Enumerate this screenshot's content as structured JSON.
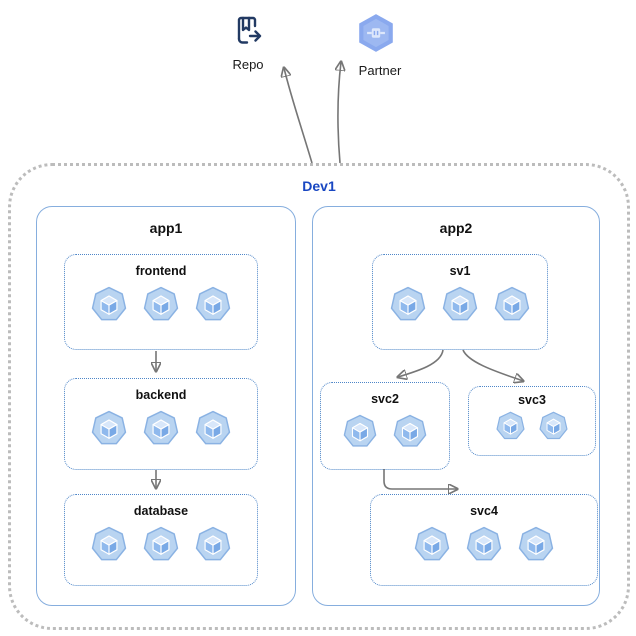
{
  "colors": {
    "dev_border": "#bcbcbc",
    "app_border": "#86aede",
    "service_border": "#4e86c8",
    "dev_label_text": "#1947c2",
    "arrow": "#767676",
    "pod_fill": "#b9d4f1",
    "pod_edge": "#8ab2e3",
    "repo_icon": "#223a63",
    "partner_icon": "#8aa9ee"
  },
  "external": {
    "repo": {
      "label": "Repo",
      "icon": "repo-icon"
    },
    "partner": {
      "label": "Partner",
      "icon": "partner-icon"
    }
  },
  "cluster": {
    "label": "Dev1"
  },
  "apps": [
    {
      "label": "app1",
      "services": [
        {
          "label": "frontend",
          "pods": 3
        },
        {
          "label": "backend",
          "pods": 3
        },
        {
          "label": "database",
          "pods": 3
        }
      ]
    },
    {
      "label": "app2",
      "services": [
        {
          "label": "sv1",
          "pods": 3
        },
        {
          "label": "svc2",
          "pods": 2
        },
        {
          "label": "svc3",
          "pods": 2
        },
        {
          "label": "svc4",
          "pods": 3
        }
      ]
    }
  ],
  "connections": [
    {
      "from": "Dev1",
      "to": "Repo"
    },
    {
      "from": "Dev1",
      "to": "Partner"
    },
    {
      "from": "frontend",
      "to": "backend"
    },
    {
      "from": "backend",
      "to": "database"
    },
    {
      "from": "sv1",
      "to": "svc2"
    },
    {
      "from": "sv1",
      "to": "svc3"
    },
    {
      "from": "svc2",
      "to": "svc4"
    }
  ]
}
